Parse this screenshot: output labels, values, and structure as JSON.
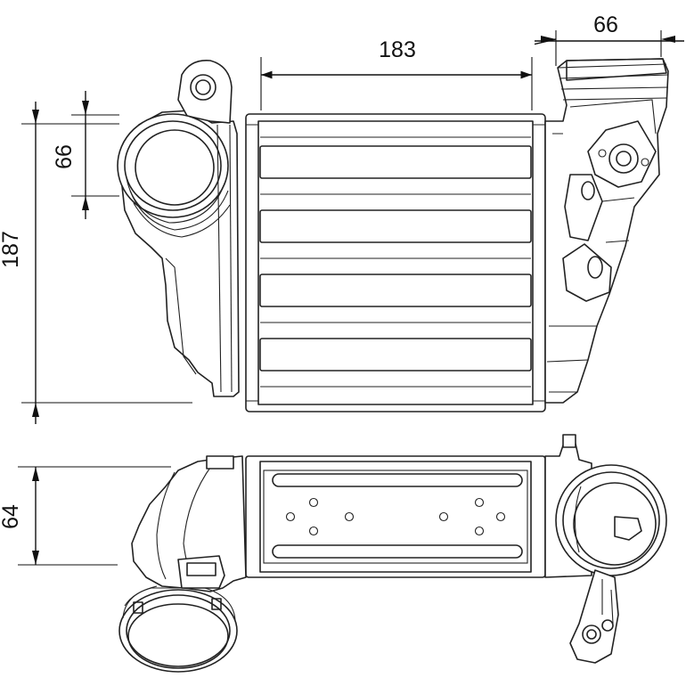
{
  "dimensions": {
    "width_core": "183",
    "depth_top_right": "66",
    "height_total": "187",
    "inlet_diameter": "66",
    "depth_bottom": "64"
  }
}
